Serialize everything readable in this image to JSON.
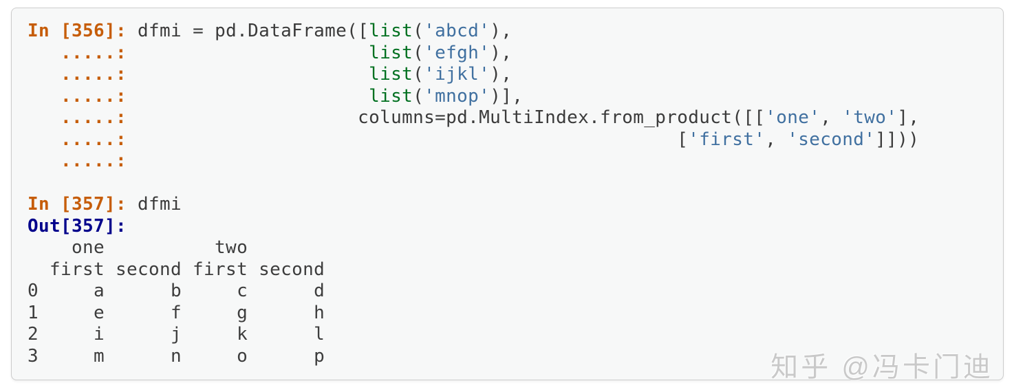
{
  "colors": {
    "panel_bg": "#f7f8f8",
    "panel_border": "#cccccc",
    "prompt_in": "#c65d09",
    "prompt_out": "#00008b",
    "string": "#4070a0",
    "builtin": "#007020",
    "code_default": "#3b3b3b",
    "output_text": "#3d3d3d",
    "watermark": "#c9c9c9"
  },
  "console": {
    "segment_names": {
      "gp": "prompt-in",
      "go": "prompt-out",
      "c": "code-text",
      "s": "string-literal",
      "nb": "builtin-name",
      "pln": "output-text"
    },
    "lines": [
      {
        "segments": [
          {
            "c": "gp",
            "t": "In [356]: "
          },
          {
            "c": "c",
            "t": "dfmi = pd.DataFrame(["
          },
          {
            "c": "nb",
            "t": "list"
          },
          {
            "c": "c",
            "t": "("
          },
          {
            "c": "s",
            "t": "'abcd'"
          },
          {
            "c": "c",
            "t": "),"
          }
        ]
      },
      {
        "segments": [
          {
            "c": "gp",
            "t": "   .....: "
          },
          {
            "c": "c",
            "t": "                     "
          },
          {
            "c": "nb",
            "t": "list"
          },
          {
            "c": "c",
            "t": "("
          },
          {
            "c": "s",
            "t": "'efgh'"
          },
          {
            "c": "c",
            "t": "),"
          }
        ]
      },
      {
        "segments": [
          {
            "c": "gp",
            "t": "   .....: "
          },
          {
            "c": "c",
            "t": "                     "
          },
          {
            "c": "nb",
            "t": "list"
          },
          {
            "c": "c",
            "t": "("
          },
          {
            "c": "s",
            "t": "'ijkl'"
          },
          {
            "c": "c",
            "t": "),"
          }
        ]
      },
      {
        "segments": [
          {
            "c": "gp",
            "t": "   .....: "
          },
          {
            "c": "c",
            "t": "                     "
          },
          {
            "c": "nb",
            "t": "list"
          },
          {
            "c": "c",
            "t": "("
          },
          {
            "c": "s",
            "t": "'mnop'"
          },
          {
            "c": "c",
            "t": ")],"
          }
        ]
      },
      {
        "segments": [
          {
            "c": "gp",
            "t": "   .....: "
          },
          {
            "c": "c",
            "t": "                    columns=pd.MultiIndex.from_product([["
          },
          {
            "c": "s",
            "t": "'one'"
          },
          {
            "c": "c",
            "t": ", "
          },
          {
            "c": "s",
            "t": "'two'"
          },
          {
            "c": "c",
            "t": "],"
          }
        ]
      },
      {
        "segments": [
          {
            "c": "gp",
            "t": "   .....: "
          },
          {
            "c": "c",
            "t": "                                                 ["
          },
          {
            "c": "s",
            "t": "'first'"
          },
          {
            "c": "c",
            "t": ", "
          },
          {
            "c": "s",
            "t": "'second'"
          },
          {
            "c": "c",
            "t": "]]))"
          }
        ]
      },
      {
        "segments": [
          {
            "c": "gp",
            "t": "   .....:"
          }
        ]
      },
      {
        "segments": []
      },
      {
        "segments": [
          {
            "c": "gp",
            "t": "In [357]: "
          },
          {
            "c": "c",
            "t": "dfmi"
          }
        ]
      },
      {
        "segments": [
          {
            "c": "go",
            "t": "Out[357]:"
          }
        ]
      },
      {
        "segments": [
          {
            "c": "pln",
            "t": "    one          two"
          }
        ]
      },
      {
        "segments": [
          {
            "c": "pln",
            "t": "  first second first second"
          }
        ]
      },
      {
        "segments": [
          {
            "c": "pln",
            "t": "0     a      b     c      d"
          }
        ]
      },
      {
        "segments": [
          {
            "c": "pln",
            "t": "1     e      f     g      h"
          }
        ]
      },
      {
        "segments": [
          {
            "c": "pln",
            "t": "2     i      j     k      l"
          }
        ]
      },
      {
        "segments": [
          {
            "c": "pln",
            "t": "3     m      n     o      p"
          }
        ]
      }
    ]
  },
  "watermark": {
    "text": "知乎 @冯卡门迪"
  }
}
